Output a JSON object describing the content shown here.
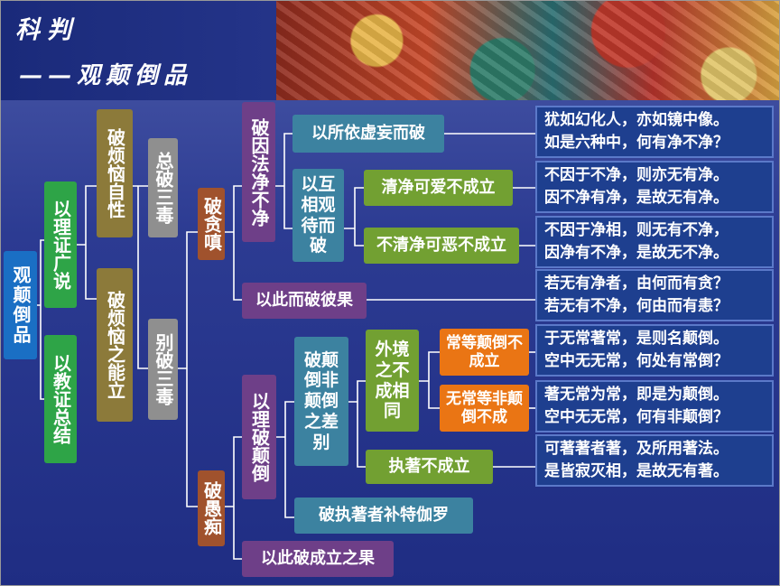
{
  "header": {
    "title": "科判",
    "subtitle": "——观颠倒品"
  },
  "colors": {
    "blue": "#1a6fc4",
    "green": "#2ea447",
    "olive": "#8c7a3a",
    "gray": "#8f8f8f",
    "brown": "#a0522d",
    "purple": "#6e3f88",
    "teal": "#3c82a0",
    "lime": "#72a032",
    "orange": "#ea7514",
    "quote_bg": "#1e3f8f"
  },
  "nodes": {
    "root": "观颠倒品",
    "yili_zhengguangshuo": "以理证广说",
    "yijiao_zhengzongjie": "以教证总结",
    "po_fannao_zixing": "破烦恼自性",
    "po_fannao_zhinengli": "破烦恼之能立",
    "zongpo_sandu": "总破三毒",
    "biepo_sandu": "别破三毒",
    "po_tanchen": "破贪嗔",
    "po_yuchi": "破愚痴",
    "po_yinfa_jingbujing": "破因法净不净",
    "yisuoyi_xuwang": "以所依虚妄而破",
    "yihuxiang_guandai": "以互相观待而破",
    "qingjing_keai": "清净可爱不成立",
    "buqingjing_kewu": "不清净可恶不成立",
    "yici_erpo_biguo": "以此而破彼果",
    "yili_po_diandao": "以理破颠倒",
    "po_diandao_feidiandao": "破颠倒非颠倒之差别",
    "waijing_zhibucheng": "外境之不成相同",
    "changdeng_diandao": "常等颠倒不成立",
    "wuchang_feidiandao": "无常等非颠倒不成",
    "zhizhe_bucheng": "执著不成立",
    "po_buteqieluo": "破执著者补特伽罗",
    "yici_pochengli": "以此破成立之果"
  },
  "quotes": [
    {
      "line1": "犹如幻化人，亦如镜中像。",
      "line2": "如是六种中，何有净不净？"
    },
    {
      "line1": "不因于不净，则亦无有净。",
      "line2": "因不净有净，是故无有净。"
    },
    {
      "line1": "不因于净相，则无有不净，",
      "line2": "因净有不净，是故无不净。"
    },
    {
      "line1": "若无有净者，由何而有贪？",
      "line2": "若无有不净，何由而有恚？"
    },
    {
      "line1": "于无常著常，是则名颠倒。",
      "line2": "空中无无常，何处有常倒？"
    },
    {
      "line1": "著无常为常，即是为颠倒。",
      "line2": "空中无无常，何有非颠倒？"
    },
    {
      "line1": "可著著者著，及所用著法。",
      "line2": "是皆寂灭相，是故无有著。"
    }
  ]
}
